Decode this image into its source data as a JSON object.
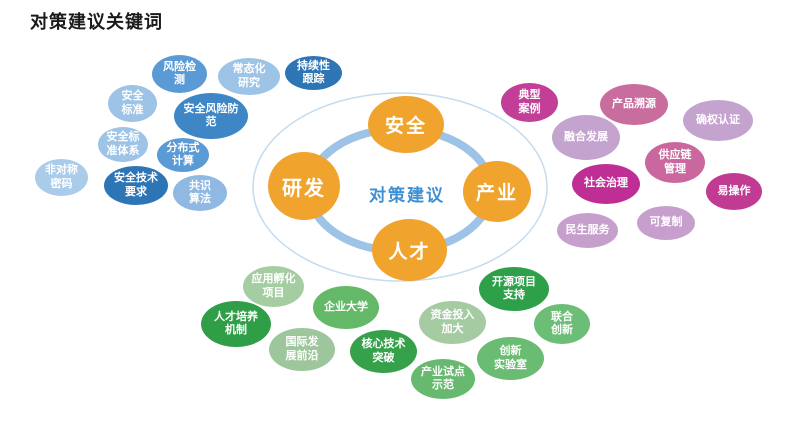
{
  "title": "对策建议关键词",
  "center": {
    "label": "对策建议",
    "color": "#3F8FD2"
  },
  "rings": {
    "outer": {
      "color": "#C5DCEF"
    },
    "inner": {
      "color": "#9DC3E6"
    }
  },
  "core_nodes": [
    {
      "label": "安全",
      "color": "#F0A42E"
    },
    {
      "label": "研发",
      "color": "#F0A42E"
    },
    {
      "label": "产业",
      "color": "#F0A42E"
    },
    {
      "label": "人才",
      "color": "#F0A42E"
    }
  ],
  "bubbles": [
    {
      "text": "风险检测",
      "lines": [
        "风险检",
        "测"
      ],
      "color": "#5B9BD5"
    },
    {
      "text": "常态化研究",
      "lines": [
        "常态化",
        "研究"
      ],
      "color": "#9DC3E6"
    },
    {
      "text": "持续性跟踪",
      "lines": [
        "持续性",
        "跟踪"
      ],
      "color": "#2E75B6"
    },
    {
      "text": "安全标准",
      "lines": [
        "安全",
        "标准"
      ],
      "color": "#9DC3E6"
    },
    {
      "text": "安全风险防范",
      "lines": [
        "安全风险防",
        "范"
      ],
      "color": "#3E86C6"
    },
    {
      "text": "安全标准体系",
      "lines": [
        "安全标",
        "准体系"
      ],
      "color": "#9DC3E6"
    },
    {
      "text": "分布式计算",
      "lines": [
        "分布式",
        "计算"
      ],
      "color": "#5B9BD5"
    },
    {
      "text": "非对称密码",
      "lines": [
        "非对称",
        "密码"
      ],
      "color": "#AACCEA"
    },
    {
      "text": "安全技术要求",
      "lines": [
        "安全技术",
        "要求"
      ],
      "color": "#2E75B6"
    },
    {
      "text": "共识算法",
      "lines": [
        "共识",
        "算法"
      ],
      "color": "#8FB8E2"
    },
    {
      "text": "典型案例",
      "lines": [
        "典型",
        "案例"
      ],
      "color": "#C23E97"
    },
    {
      "text": "产品溯源",
      "lines": [
        "产品溯源"
      ],
      "color": "#C96D9E"
    },
    {
      "text": "确权认证",
      "lines": [
        "确权认证"
      ],
      "color": "#C4A3CF"
    },
    {
      "text": "融合发展",
      "lines": [
        "融合发展"
      ],
      "color": "#C4A3CF"
    },
    {
      "text": "供应链管理",
      "lines": [
        "供应链",
        "管理"
      ],
      "color": "#C9679E"
    },
    {
      "text": "社会治理",
      "lines": [
        "社会治理"
      ],
      "color": "#BE2E94"
    },
    {
      "text": "易操作",
      "lines": [
        "易操作"
      ],
      "color": "#C13B92"
    },
    {
      "text": "民生服务",
      "lines": [
        "民生服务"
      ],
      "color": "#C79FCD"
    },
    {
      "text": "可复制",
      "lines": [
        "可复制"
      ],
      "color": "#C79FCD"
    },
    {
      "text": "应用孵化项目",
      "lines": [
        "应用孵化",
        "项目"
      ],
      "color": "#A5CDA2"
    },
    {
      "text": "企业大学",
      "lines": [
        "企业大学"
      ],
      "color": "#63B968"
    },
    {
      "text": "人才培养机制",
      "lines": [
        "人才培养",
        "机制"
      ],
      "color": "#2F9E47"
    },
    {
      "text": "国际发展前沿",
      "lines": [
        "国际发",
        "展前沿"
      ],
      "color": "#9EC69C"
    },
    {
      "text": "核心技术突破",
      "lines": [
        "核心技术",
        "突破"
      ],
      "color": "#35A24B"
    },
    {
      "text": "开源项目支持",
      "lines": [
        "开源项目",
        "支持"
      ],
      "color": "#2EA04A"
    },
    {
      "text": "资金投入加大",
      "lines": [
        "资金投入",
        "加大"
      ],
      "color": "#A5CBA2"
    },
    {
      "text": "联合创新",
      "lines": [
        "联合",
        "创新"
      ],
      "color": "#6CBE76"
    },
    {
      "text": "创新实验室",
      "lines": [
        "创新",
        "实验室"
      ],
      "color": "#69BC71"
    },
    {
      "text": "产业试点示范",
      "lines": [
        "产业试点",
        "示范"
      ],
      "color": "#66B96E"
    }
  ]
}
